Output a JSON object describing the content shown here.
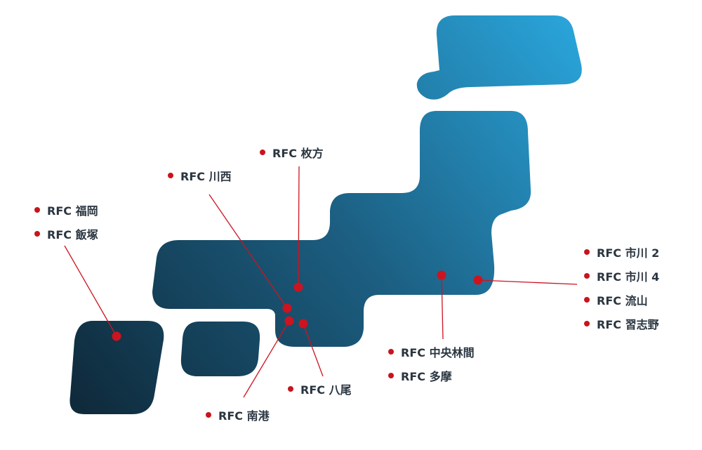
{
  "map": {
    "colors": {
      "marker": "#cc1420",
      "connector": "#cc1420",
      "land_dark": "#0f2a3b",
      "land_light": "#2aa6dc"
    },
    "groups": {
      "fukuoka": {
        "labels": [
          "RFC 福岡",
          "RFC 飯塚"
        ]
      },
      "kawanishi": {
        "labels": [
          "RFC 川西"
        ]
      },
      "hirakata": {
        "labels": [
          "RFC 枚方"
        ]
      },
      "nanko": {
        "labels": [
          "RFC 南港"
        ]
      },
      "yao": {
        "labels": [
          "RFC 八尾"
        ]
      },
      "tama": {
        "labels": [
          "RFC 中央林間",
          "RFC 多摩"
        ]
      },
      "chiba": {
        "labels": [
          "RFC 市川 2",
          "RFC 市川 4",
          "RFC 流山",
          "RFC 習志野"
        ]
      }
    }
  }
}
